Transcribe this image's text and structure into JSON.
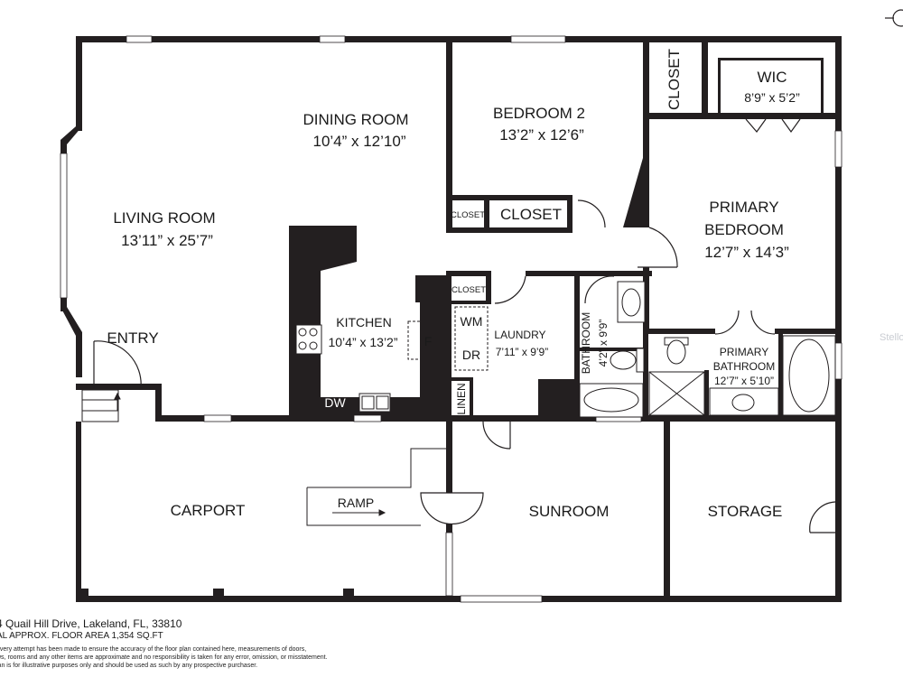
{
  "rooms": {
    "dining": {
      "name": "DINING ROOM",
      "dims": "10’4” x 12’10”"
    },
    "living": {
      "name": "LIVING ROOM",
      "dims": "13’11” x 25’7”"
    },
    "bedroom2": {
      "name": "BEDROOM 2",
      "dims": "13’2” x 12’6”"
    },
    "closet_top": {
      "name": "CLOSET"
    },
    "wic": {
      "name": "WIC",
      "dims": "8’9” x 5’2”"
    },
    "closet_b2": {
      "name": "CLOSET"
    },
    "closet_small_b2": {
      "name": "CLOSET"
    },
    "primary_bedroom": {
      "line1": "PRIMARY",
      "line2": "BEDROOM",
      "dims": "12’7” x 14’3”"
    },
    "entry": {
      "name": "ENTRY"
    },
    "kitchen": {
      "name": "KITCHEN",
      "dims": "10’4” x 13’2”"
    },
    "closet_laundry": {
      "name": "CLOSET"
    },
    "laundry": {
      "name": "LAUNDRY",
      "dims": "7’11” x 9’9”"
    },
    "bathroom": {
      "name": "BATHROOM",
      "dims": "4’2” x 9’9”"
    },
    "primary_bathroom": {
      "line1": "PRIMARY",
      "line2": "BATHROOM",
      "dims": "12’7” x 5’10”"
    },
    "linen": {
      "name": "LINEN"
    },
    "carport": {
      "name": "CARPORT"
    },
    "ramp": {
      "name": "RAMP"
    },
    "sunroom": {
      "name": "SUNROOM"
    },
    "storage": {
      "name": "STORAGE"
    }
  },
  "fixtures": {
    "fridge": "F",
    "washer": "WM",
    "dryer": "DR",
    "dishwasher": "DW"
  },
  "footer": {
    "address": "4 Quail Hill Drive, Lakeland, FL, 33810",
    "area": "AL APPROX. FLOOR AREA 1,354 SQ.FT",
    "disclaimer": [
      "every attempt has been made to ensure the accuracy of the floor plan contained here, measurements of doors,",
      "ws, rooms and any other items are approximate and no responsibility is taken for any error, omission, or misstatement.",
      "lan is for illustrative purposes only and should be used as such by any prospective purchaser."
    ]
  },
  "watermark": "Stello"
}
